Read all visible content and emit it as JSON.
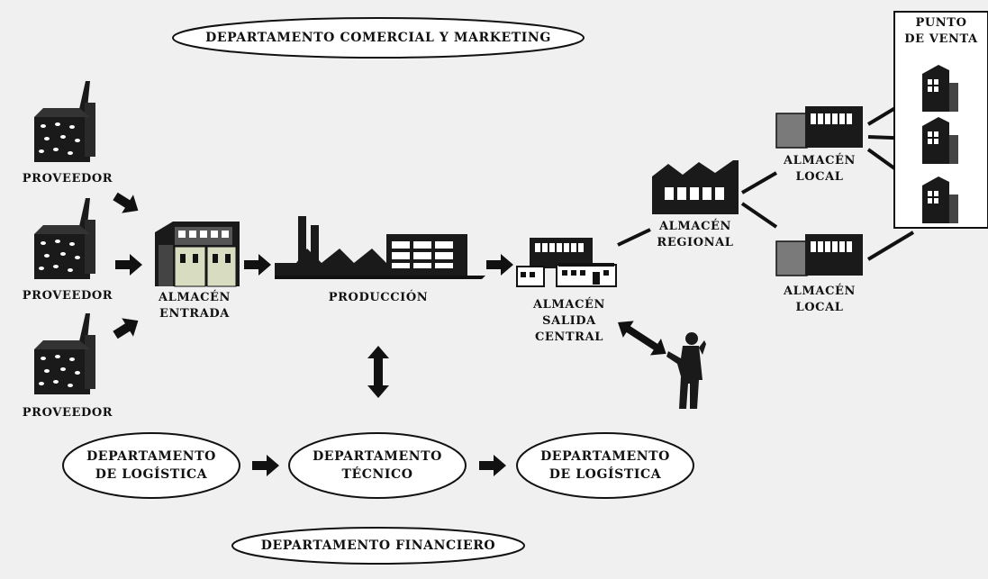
{
  "diagram": {
    "colors": {
      "background": "#f0f0f0",
      "ink": "#111111",
      "oval_fill": "#ffffff"
    },
    "top_department": "DEPARTAMENTO COMERCIAL Y MARKETING",
    "bottom_department": "DEPARTAMENTO FINANCIERO",
    "suppliers": [
      "PROVEEDOR",
      "PROVEEDOR",
      "PROVEEDOR"
    ],
    "warehouse_in": [
      "ALMACÉN",
      "ENTRADA"
    ],
    "production": "PRODUCCIÓN",
    "warehouse_central": [
      "ALMACÉN",
      "SALIDA",
      "CENTRAL"
    ],
    "warehouse_regional": [
      "ALMACÉN",
      "REGIONAL"
    ],
    "warehouse_local_1": [
      "ALMACÉN",
      "LOCAL"
    ],
    "warehouse_local_2": [
      "ALMACÉN",
      "LOCAL"
    ],
    "point_of_sale": [
      "PUNTO",
      "DE VENTA"
    ],
    "departments_row": [
      [
        "DEPARTAMENTO",
        "DE LOGÍSTICA"
      ],
      [
        "DEPARTAMENTO",
        "TÉCNICO"
      ],
      [
        "DEPARTAMENTO",
        "DE LOGÍSTICA"
      ]
    ],
    "icons": [
      "factory-icon",
      "warehouse-icon",
      "production-plant-icon",
      "person-icon",
      "shop-icon",
      "arrow-icon"
    ]
  }
}
